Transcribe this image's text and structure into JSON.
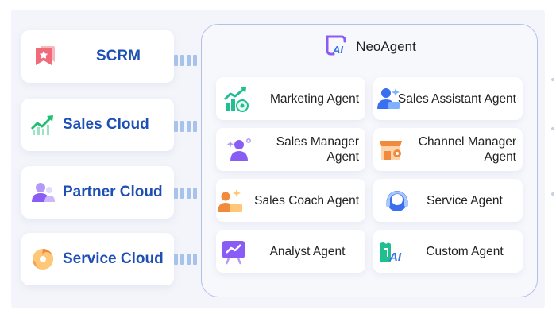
{
  "products": [
    {
      "label": "SCRM",
      "icon": "star-bookmark-icon"
    },
    {
      "label": "Sales Cloud",
      "icon": "trend-arrow-icon"
    },
    {
      "label": "Partner Cloud",
      "icon": "partner-person-icon"
    },
    {
      "label": "Service Cloud",
      "icon": "service-swirl-icon"
    }
  ],
  "panel": {
    "title": "NeoAgent",
    "logo_text": "AI"
  },
  "agents": [
    {
      "lines": [
        "Marketing Agent"
      ],
      "icon": "marketing-chart-icon"
    },
    {
      "lines": [
        "Sales Assistant Agent"
      ],
      "icon": "sales-assistant-icon"
    },
    {
      "lines": [
        "Sales Manager",
        "Agent"
      ],
      "icon": "sales-manager-icon"
    },
    {
      "lines": [
        "Channel Manager",
        "Agent"
      ],
      "icon": "storefront-icon"
    },
    {
      "lines": [
        "Sales Coach Agent"
      ],
      "icon": "sales-coach-icon"
    },
    {
      "lines": [
        "Service Agent"
      ],
      "icon": "headset-icon"
    },
    {
      "lines": [
        "Analyst Agent"
      ],
      "icon": "analyst-board-icon"
    },
    {
      "lines": [
        "Custom Agent"
      ],
      "icon": "custom-ai-icon"
    }
  ],
  "colors": {
    "product_text": "#1e4fb5",
    "panel_border": "#b4bfec",
    "connector": "#a7c3ec",
    "icon_green": "#1fbf8f",
    "icon_blue": "#3a6ff0",
    "icon_purple": "#8a5cf6",
    "icon_orange": "#f08a3c"
  }
}
